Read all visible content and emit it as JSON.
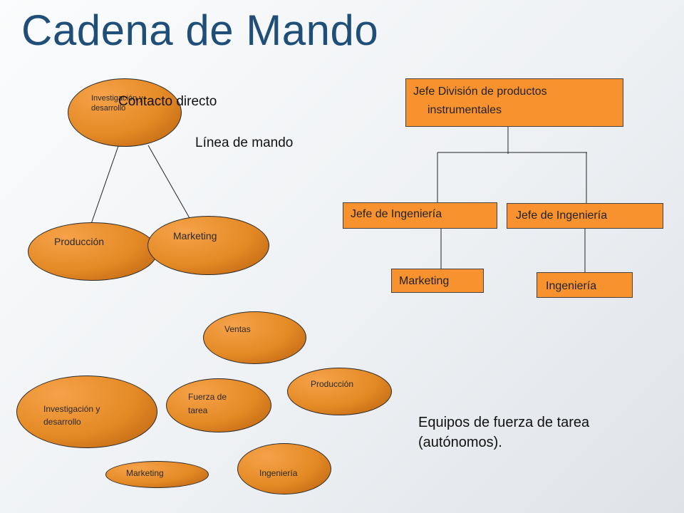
{
  "title": "Cadena de Mando",
  "diagram1": {
    "rd": "Investigación y desarrollo",
    "produccion": "Producción",
    "marketing": "Marketing",
    "contacto": "Contacto directo",
    "linea": "Línea de mando"
  },
  "org": {
    "top_line1": "Jefe División de productos",
    "top_line2": "instrumentales",
    "jefe1": "Jefe de Ingeniería",
    "jefe2": "Jefe de Ingeniería",
    "marketing": "Marketing",
    "ingenieria": "Ingeniería"
  },
  "teams": {
    "ventas": "Ventas",
    "produccion": "Producción",
    "fuerza_line1": "Fuerza de",
    "fuerza_line2": "tarea",
    "rd_line1": "Investigación y",
    "rd_line2": "desarrollo",
    "marketing": "Marketing",
    "ingenieria": "Ingeniería",
    "caption_line1": "Equipos de fuerza de tarea",
    "caption_line2": "(autónomos)."
  },
  "colors": {
    "title": "#1f4e79",
    "fill": "#f7922f"
  }
}
